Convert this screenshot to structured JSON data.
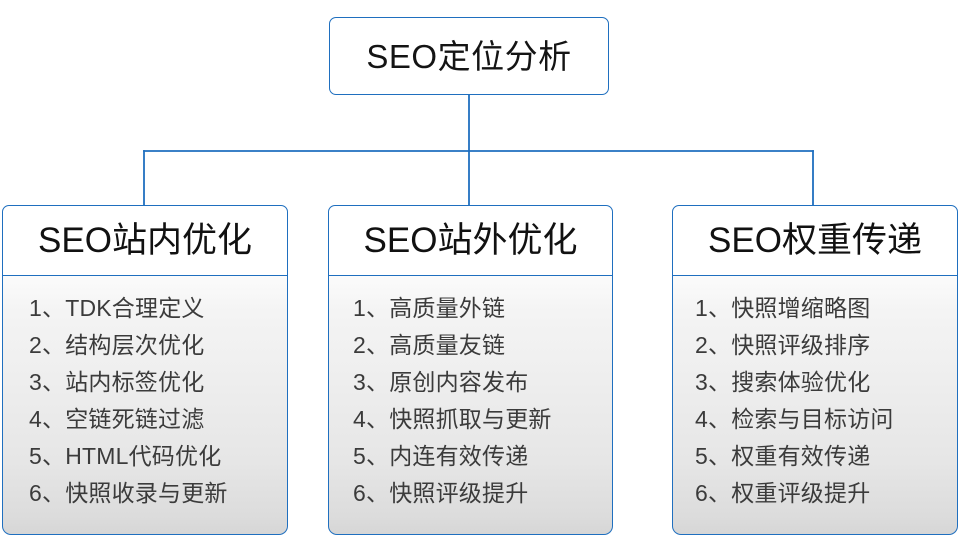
{
  "diagram": {
    "type": "org-tree",
    "root": {
      "label": "SEO定位分析"
    },
    "accent_color": "#1f6fbf",
    "text_color": "#3b3b3b",
    "branches": [
      {
        "header": "SEO站内优化",
        "items": [
          "1、TDK合理定义",
          "2、结构层次优化",
          "3、站内标签优化",
          "4、空链死链过滤",
          "5、HTML代码优化",
          "6、快照收录与更新"
        ]
      },
      {
        "header": "SEO站外优化",
        "items": [
          "1、高质量外链",
          "2、高质量友链",
          "3、原创内容发布",
          "4、快照抓取与更新",
          "5、内连有效传递",
          "6、快照评级提升"
        ]
      },
      {
        "header": "SEO权重传递",
        "items": [
          "1、快照增缩略图",
          "2、快照评级排序",
          "3、搜索体验优化",
          "4、检索与目标访问",
          "5、权重有效传递",
          "6、权重评级提升"
        ]
      }
    ]
  }
}
